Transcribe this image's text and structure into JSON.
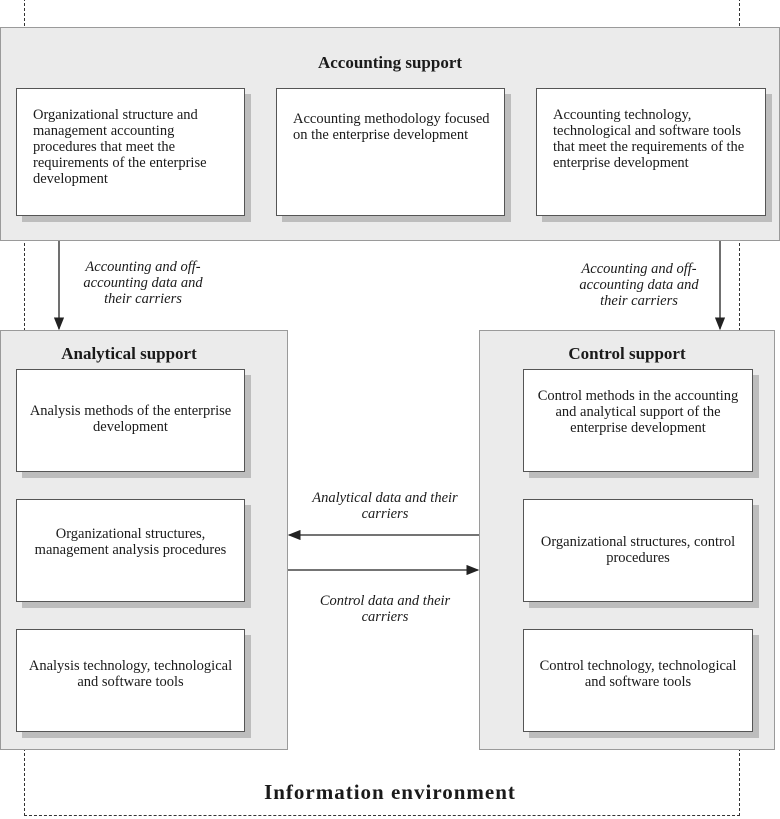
{
  "accounting": {
    "title": "Accounting support",
    "box1": "Organizational structure and management accounting procedures that meet the requirements of the enterprise development",
    "box2": "Accounting methodology focused on the enterprise development",
    "box3": "Accounting technology, technological and software tools that meet the requirements of the enterprise development"
  },
  "analytical": {
    "title": "Analytical support",
    "box1": "Analysis methods of the enterprise development",
    "box2": "Organizational structures, management analysis procedures",
    "box3": "Analysis technology, technological and software tools"
  },
  "control": {
    "title": "Control support",
    "box1": "Control methods in the accounting and analytical support of the enterprise development",
    "box2": "Organizational structures, control procedures",
    "box3": "Control technology, technological and software tools"
  },
  "flows": {
    "to_analytical": "Accounting and off-accounting data and their carriers",
    "to_control": "Accounting and off-accounting data and their carriers",
    "analytical_data": "Analytical data and their carriers",
    "control_data": "Control data and their carriers"
  },
  "footer": "Information environment"
}
